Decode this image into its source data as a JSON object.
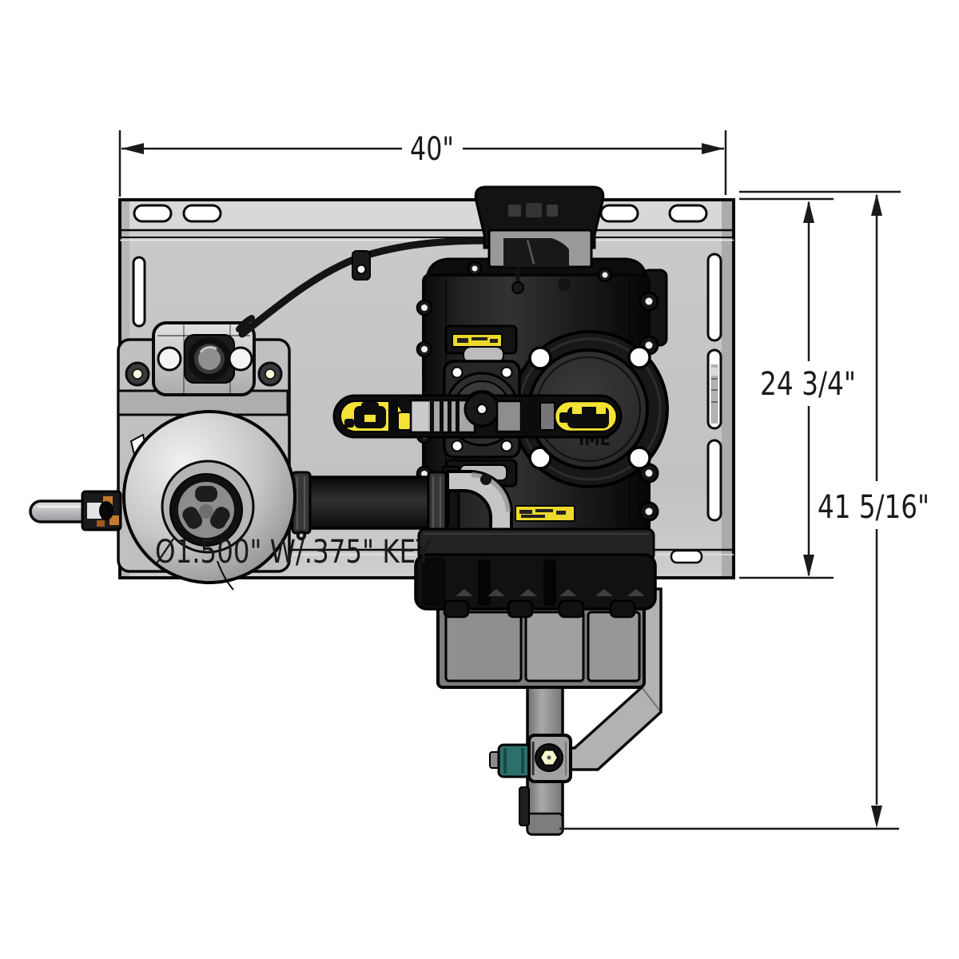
{
  "diagram": {
    "dim_width": "40\"",
    "dim_height_upper": "24 3/4\"",
    "dim_height_overall": "41 5/16\"",
    "shaft_spec": "Ø1.500\" W/.375\" KEY",
    "housing_logo": "IME"
  },
  "colors": {
    "background": "#ffffff",
    "plate_gray": "#c6c6c8",
    "assembly_black": "#19191b",
    "accent_yellow": "#f2e135",
    "teal_clip": "#2c6f6b",
    "dimension_line": "#1a1a1a"
  }
}
